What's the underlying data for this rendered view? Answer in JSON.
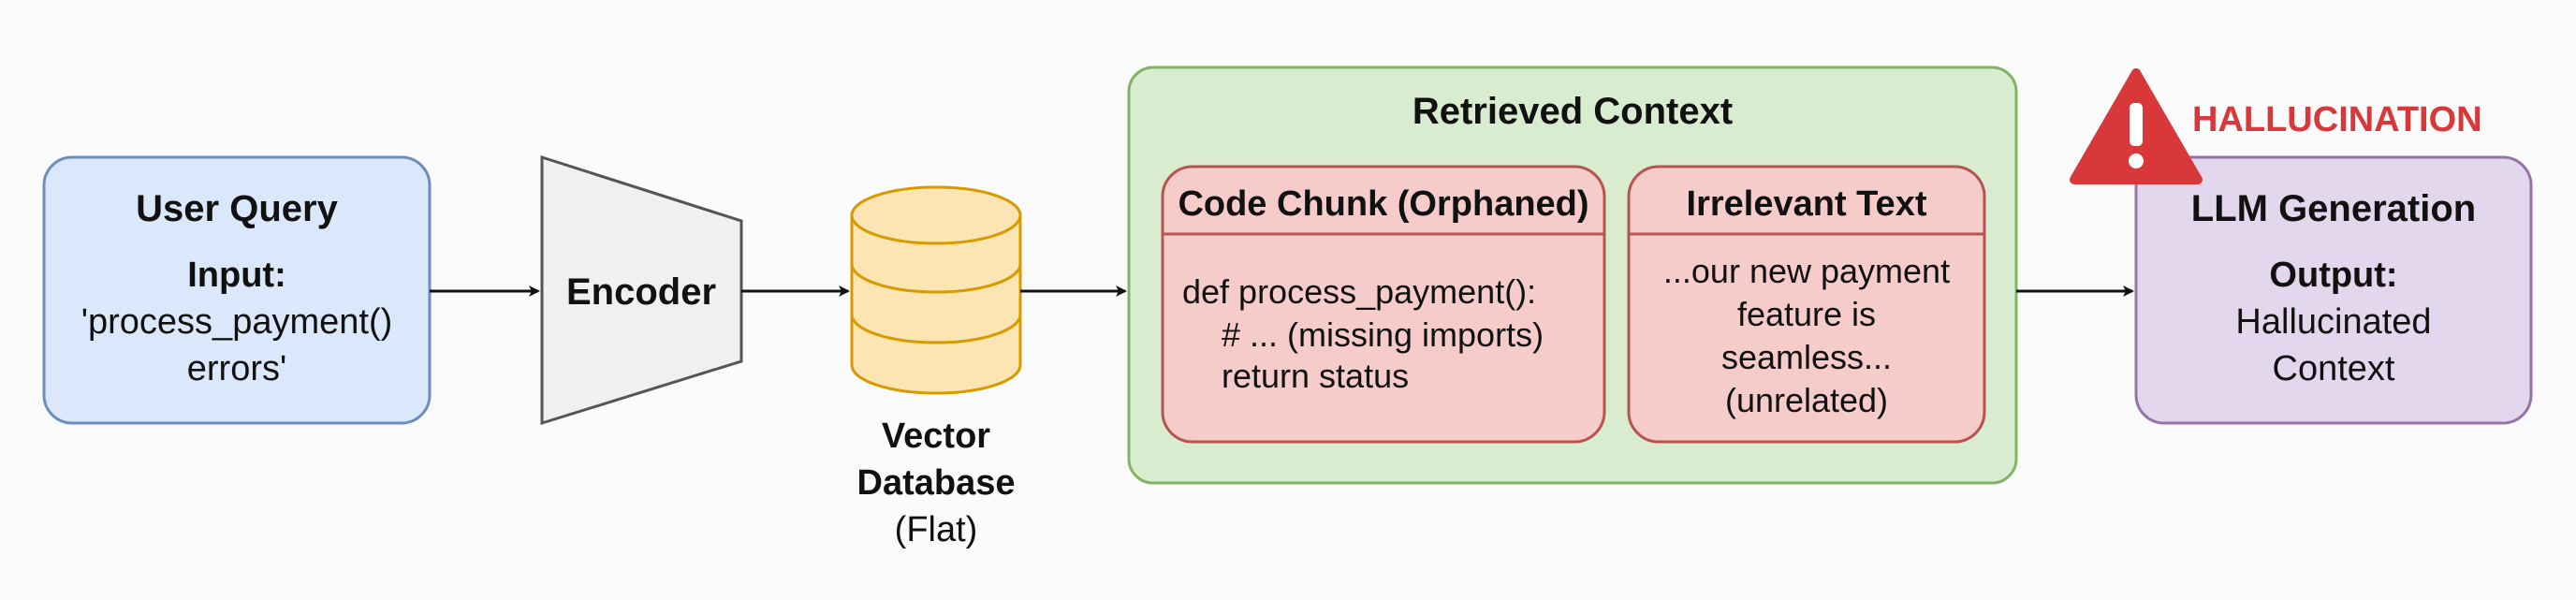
{
  "user_query": {
    "title": "User Query",
    "input_label": "Input:",
    "input_line1": "'process_payment()",
    "input_line2": "errors'"
  },
  "encoder": {
    "label": "Encoder"
  },
  "vector_db": {
    "line1": "Vector",
    "line2": "Database",
    "line3": "(Flat)"
  },
  "retrieved_context": {
    "title": "Retrieved Context",
    "code_chunk": {
      "title": "Code Chunk (Orphaned)",
      "line1": "def process_payment():",
      "line2": "# ... (missing imports)",
      "line3": "return status"
    },
    "irrelevant_text": {
      "title": "Irrelevant Text",
      "line1": "...our new payment",
      "line2": "feature is",
      "line3": "seamless...",
      "line4": "(unrelated)"
    }
  },
  "warning": {
    "label": "HALLUCINATION",
    "icon": "warning-triangle-icon",
    "color": "#d9383a"
  },
  "llm_generation": {
    "title": "LLM Generation",
    "output_label": "Output:",
    "output_line1": "Hallucinated",
    "output_line2": "Context"
  },
  "colors": {
    "user_query_fill": "#dbe8fb",
    "user_query_stroke": "#6c8ebf",
    "encoder_fill": "#f0f0f0",
    "db_fill": "#fde4b3",
    "db_stroke": "#d79b00",
    "context_fill": "#d9ecd0",
    "context_stroke": "#82b366",
    "chunk_fill": "#f6cccb",
    "chunk_stroke": "#b85450",
    "llm_fill": "#e3d7ee",
    "llm_stroke": "#9673a6"
  }
}
